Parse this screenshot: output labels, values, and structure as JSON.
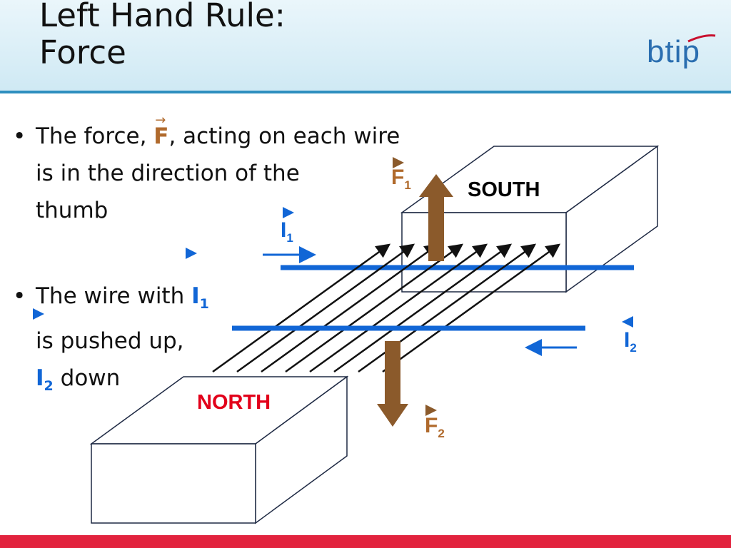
{
  "title": {
    "line1": "Left Hand Rule:",
    "line2": "Force"
  },
  "logo": {
    "text": "btip"
  },
  "bullets": {
    "b1": {
      "pre": "The force, ",
      "symbol": "F",
      "post": ", acting on each wire",
      "line2": "is in the direction of the",
      "line3": "thumb"
    },
    "b2": {
      "pre": "The wire with ",
      "symbol": "I",
      "sub": "1",
      "line2": "is pushed up,",
      "line3_symbol": "I",
      "line3_sub": "2",
      "line3_post": " down"
    }
  },
  "diagram": {
    "south_label": "SOUTH",
    "north_label": "NORTH",
    "f1": {
      "symbol": "F",
      "sub": "1"
    },
    "f2": {
      "symbol": "F",
      "sub": "2"
    },
    "i1": {
      "symbol": "I",
      "sub": "1"
    },
    "i2": {
      "symbol": "I",
      "sub": "2"
    },
    "field_line_count": 8
  },
  "colors": {
    "header_rule": "#2e8fbf",
    "wire": "#1166d6",
    "force_arrow": "#8b5a2b",
    "north": "#e2001a",
    "accent_bar": "#e2233e",
    "logo": "#2a6eb0"
  }
}
